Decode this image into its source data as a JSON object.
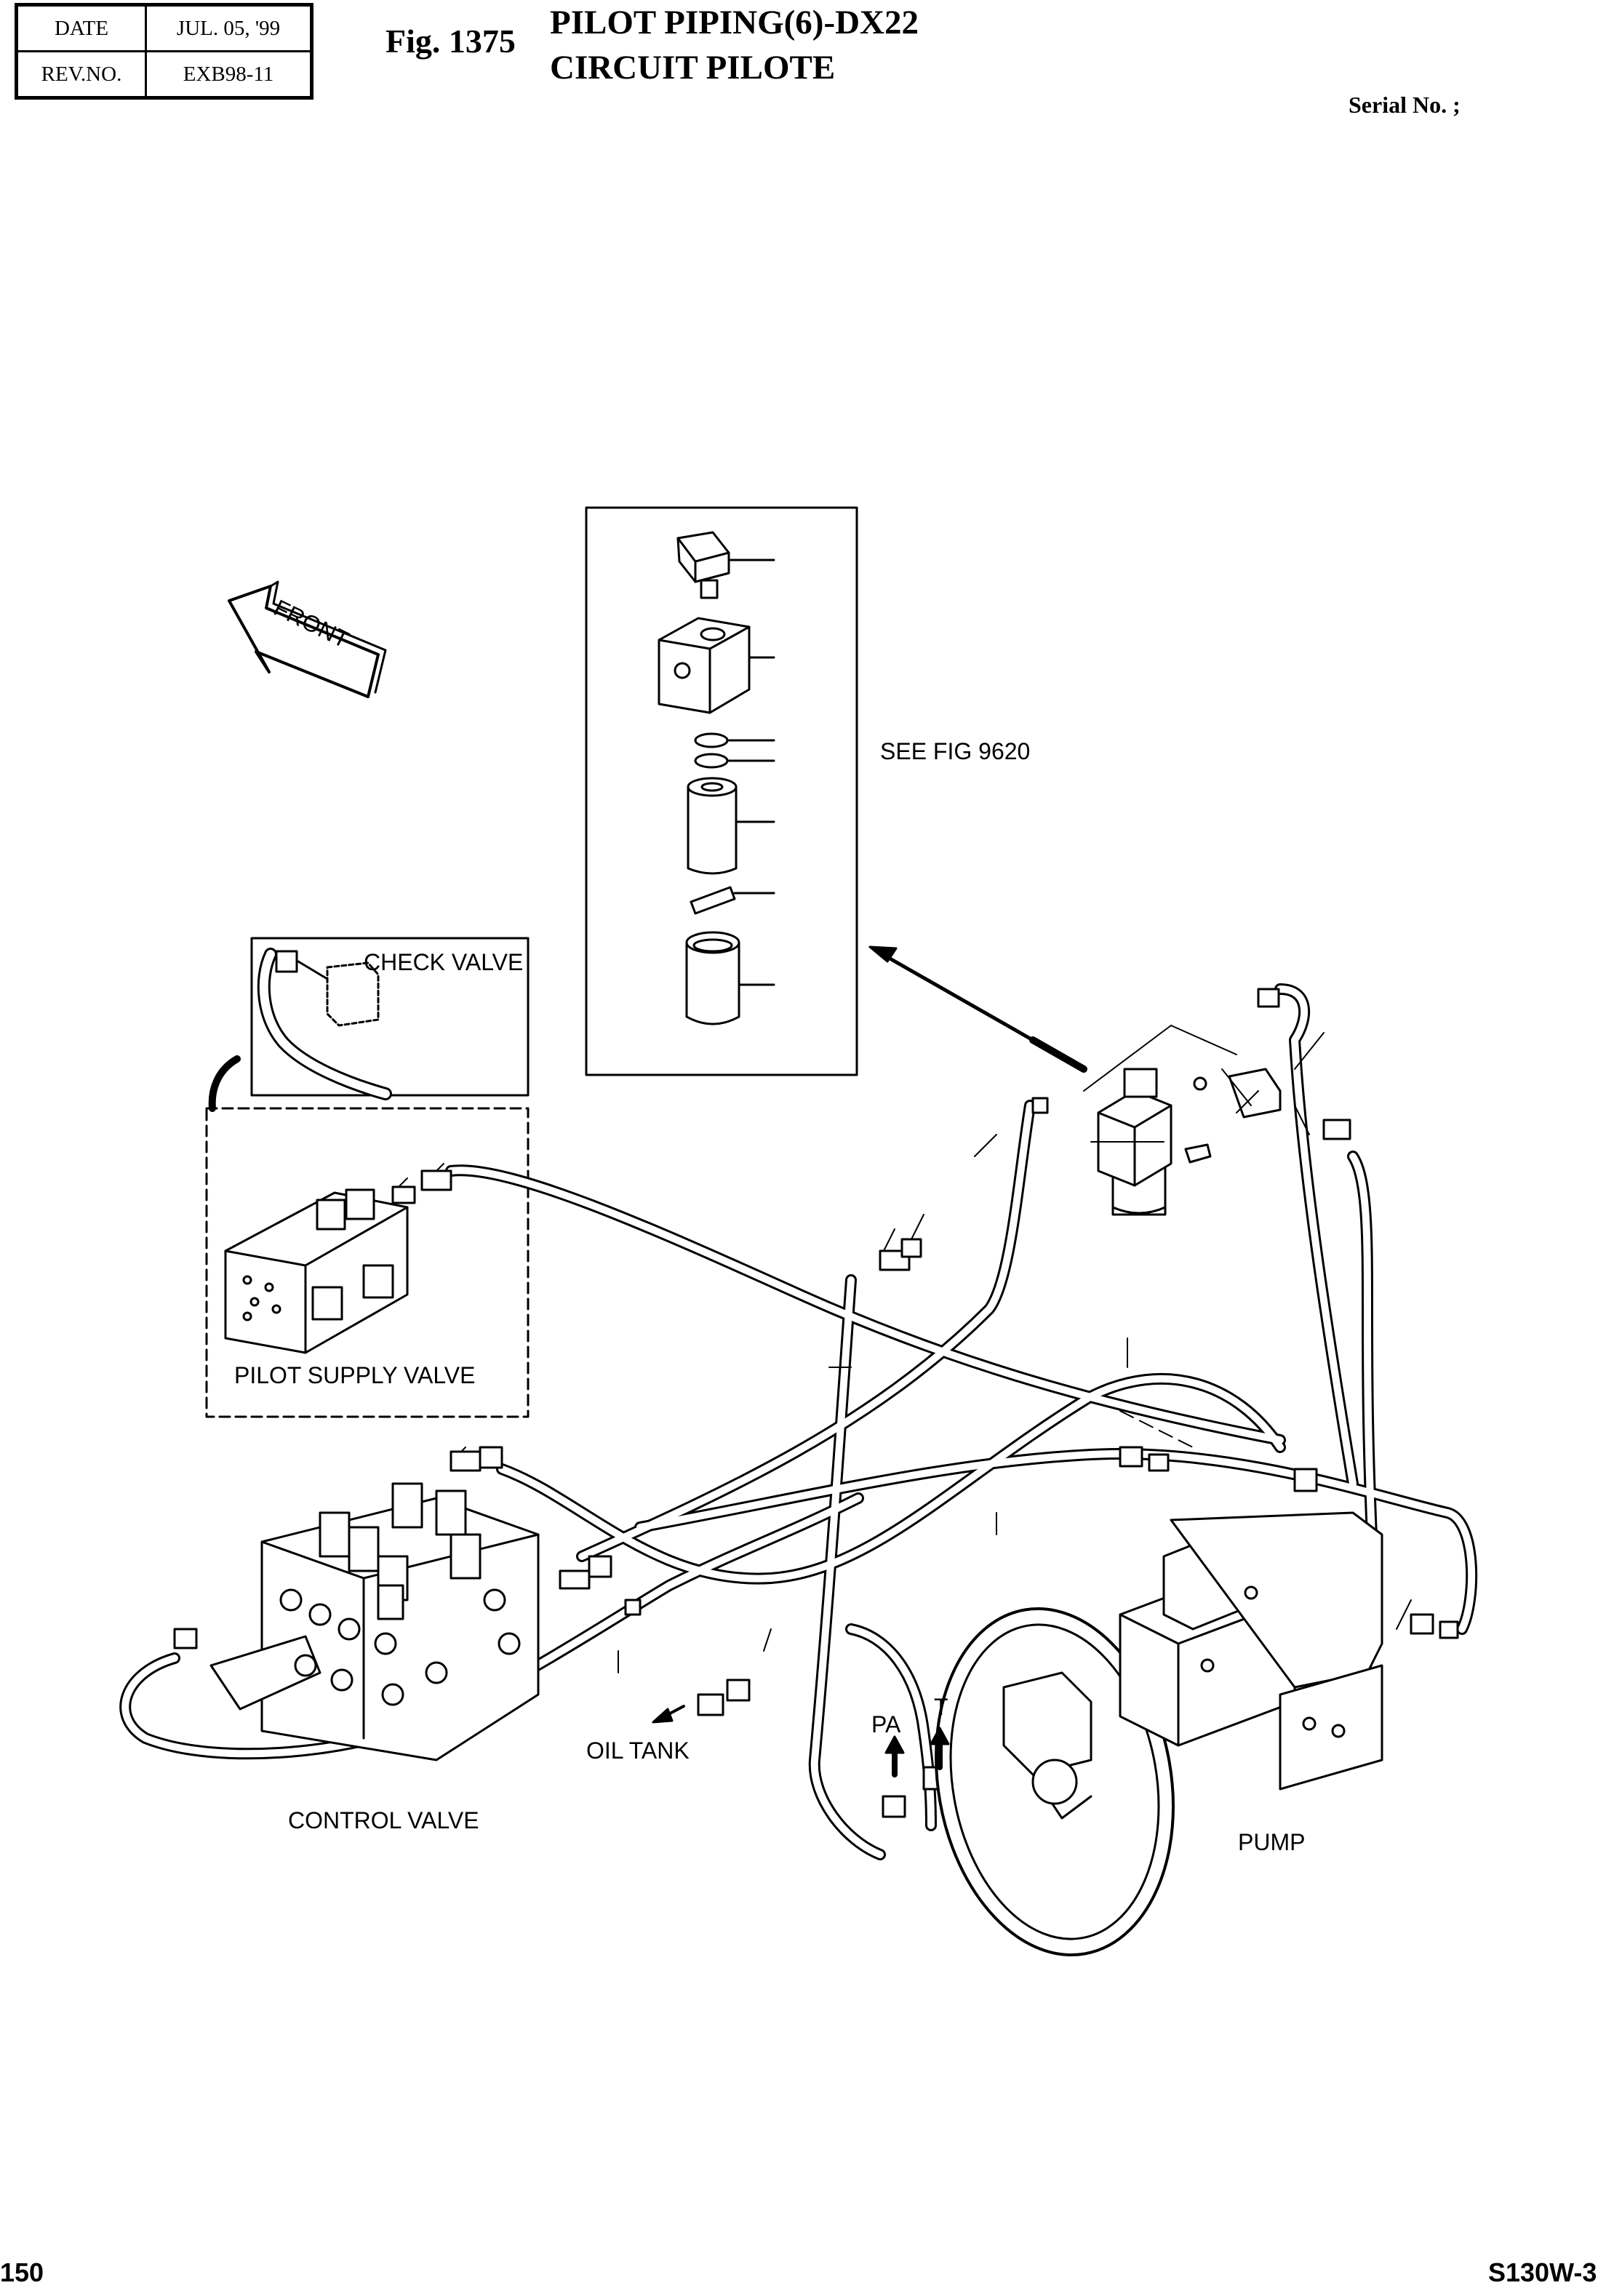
{
  "header": {
    "date_label": "DATE",
    "date_value": "JUL. 05, '99",
    "rev_label": "REV.NO.",
    "rev_value": "EXB98-11",
    "fig_number": "Fig. 1375",
    "title_line1": "PILOT PIPING(6)-DX22",
    "title_line2": "CIRCUIT PILOTE",
    "serial": "Serial No. ;"
  },
  "labels": {
    "front": "FRONT",
    "see_fig": "SEE FIG 9620",
    "check_valve": "CHECK VALVE",
    "pilot_supply_valve": "PILOT SUPPLY VALVE",
    "control_valve": "CONTROL VALVE",
    "oil_tank": "OIL TANK",
    "pa": "PA",
    "t": "T",
    "pump": "PUMP"
  },
  "footer": {
    "page_number": "150",
    "model": "S130W-3"
  }
}
